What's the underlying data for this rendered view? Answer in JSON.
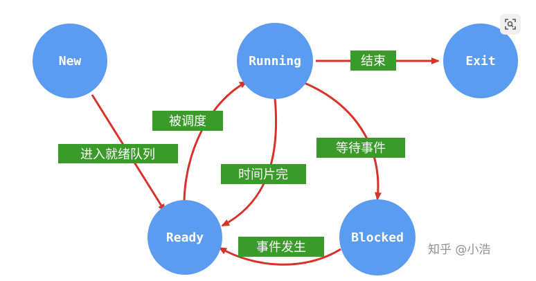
{
  "states": {
    "new": "New",
    "running": "Running",
    "exit": "Exit",
    "ready": "Ready",
    "blocked": "Blocked"
  },
  "transitions": {
    "running_exit": "结束",
    "new_ready": "进入就绪队列",
    "ready_running": "被调度",
    "running_ready": "时间片完",
    "running_blocked": "等待事件",
    "blocked_ready": "事件发生"
  },
  "watermark": "知乎 @小浩",
  "colors": {
    "node": "#5b9cf0",
    "arrow": "#d8312a",
    "label": "#3a9a2a"
  },
  "icons": {
    "lens": "image-search-icon"
  }
}
